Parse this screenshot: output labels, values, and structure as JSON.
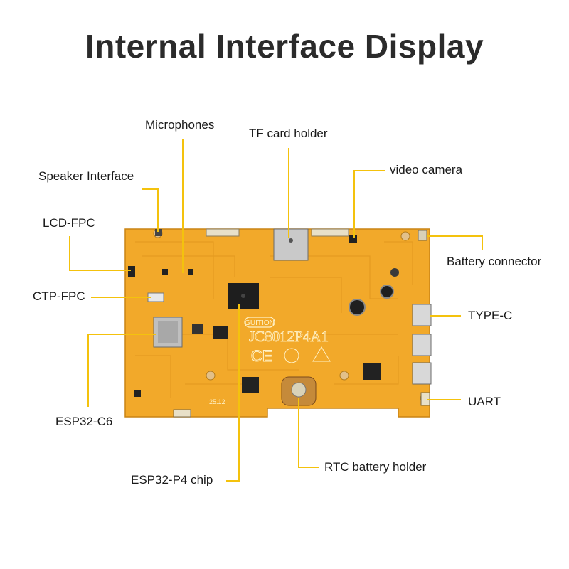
{
  "title": "Internal Interface Display",
  "board": {
    "brand": "GUITION",
    "model": "JC8012P4A1",
    "marks": "CE",
    "date_code": "25.12"
  },
  "labels": {
    "microphones": "Microphones",
    "tf_card_holder": "TF card holder",
    "video_camera": "video camera",
    "speaker_interface": "Speaker Interface",
    "lcd_fpc": "LCD-FPC",
    "battery_connector": "Battery connector",
    "ctp_fpc": "CTP-FPC",
    "type_c": "TYPE-C",
    "uart": "UART",
    "esp32_c6": "ESP32-C6",
    "rtc_battery_holder": "RTC battery holder",
    "esp32_p4_chip": "ESP32-P4 chip"
  },
  "colors": {
    "board": "#f2a92a",
    "board_dark": "#d98f1c",
    "leader": "#f4c20d",
    "title": "#2b2b2b"
  }
}
